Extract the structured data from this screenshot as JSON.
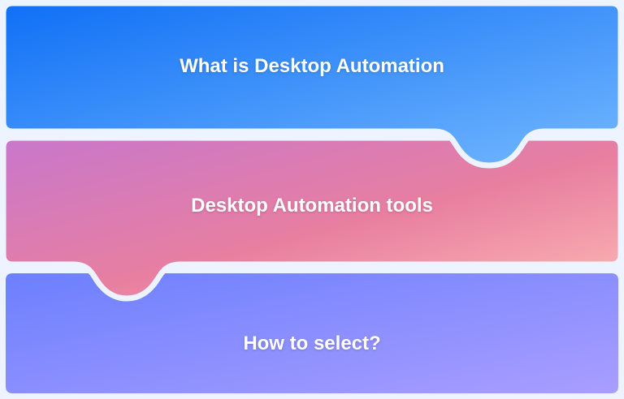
{
  "panels": [
    {
      "title": "What is Desktop Automation",
      "colors": [
        "#0f6ff5",
        "#73b8ff"
      ]
    },
    {
      "title": "Desktop Automation tools",
      "colors": [
        "#c877cc",
        "#e87fa0",
        "#fdb8b4"
      ]
    },
    {
      "title": "How to select?",
      "colors": [
        "#6b7ffe",
        "#a99cff"
      ]
    }
  ],
  "background": "#eef4ff"
}
